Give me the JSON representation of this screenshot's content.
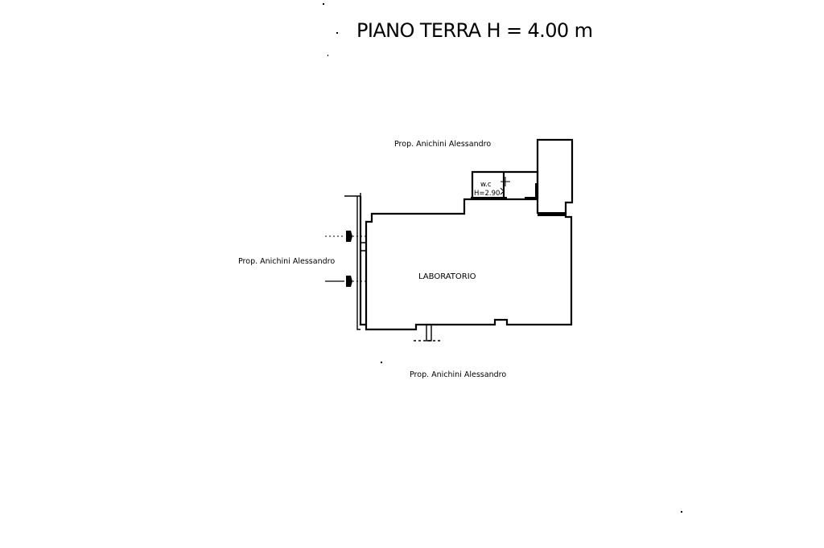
{
  "title": "PIANO TERRA H = 4.00 m",
  "labels": {
    "neighbor_north": "Prop. Anichini Alessandro",
    "neighbor_west": "Prop. Anichini Alessandro",
    "neighbor_south": "Prop. Anichini Alessandro",
    "room_main": "LABORATORIO",
    "room_wc": "w.c",
    "room_wc_height": "H=2.90"
  },
  "colors": {
    "ink": "#000000",
    "paper": "#ffffff"
  }
}
